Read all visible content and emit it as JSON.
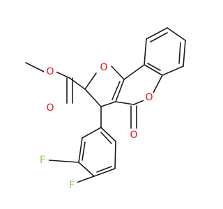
{
  "molecule": {
    "atoms": {
      "O_ester_single": {
        "label": "O",
        "color": "#e8141c"
      },
      "O_ester_carbonyl": {
        "label": "O",
        "color": "#e8141c"
      },
      "O_furan": {
        "label": "O",
        "color": "#e8141c"
      },
      "O_pyranone_ring": {
        "label": "O",
        "color": "#e8141c"
      },
      "O_pyranone_carbonyl": {
        "label": "O",
        "color": "#e8141c"
      },
      "F_meta": {
        "label": "F",
        "color": "#90d050"
      },
      "F_para": {
        "label": "F",
        "color": "#90d050"
      }
    },
    "bond_color": "#1a1a1a"
  }
}
